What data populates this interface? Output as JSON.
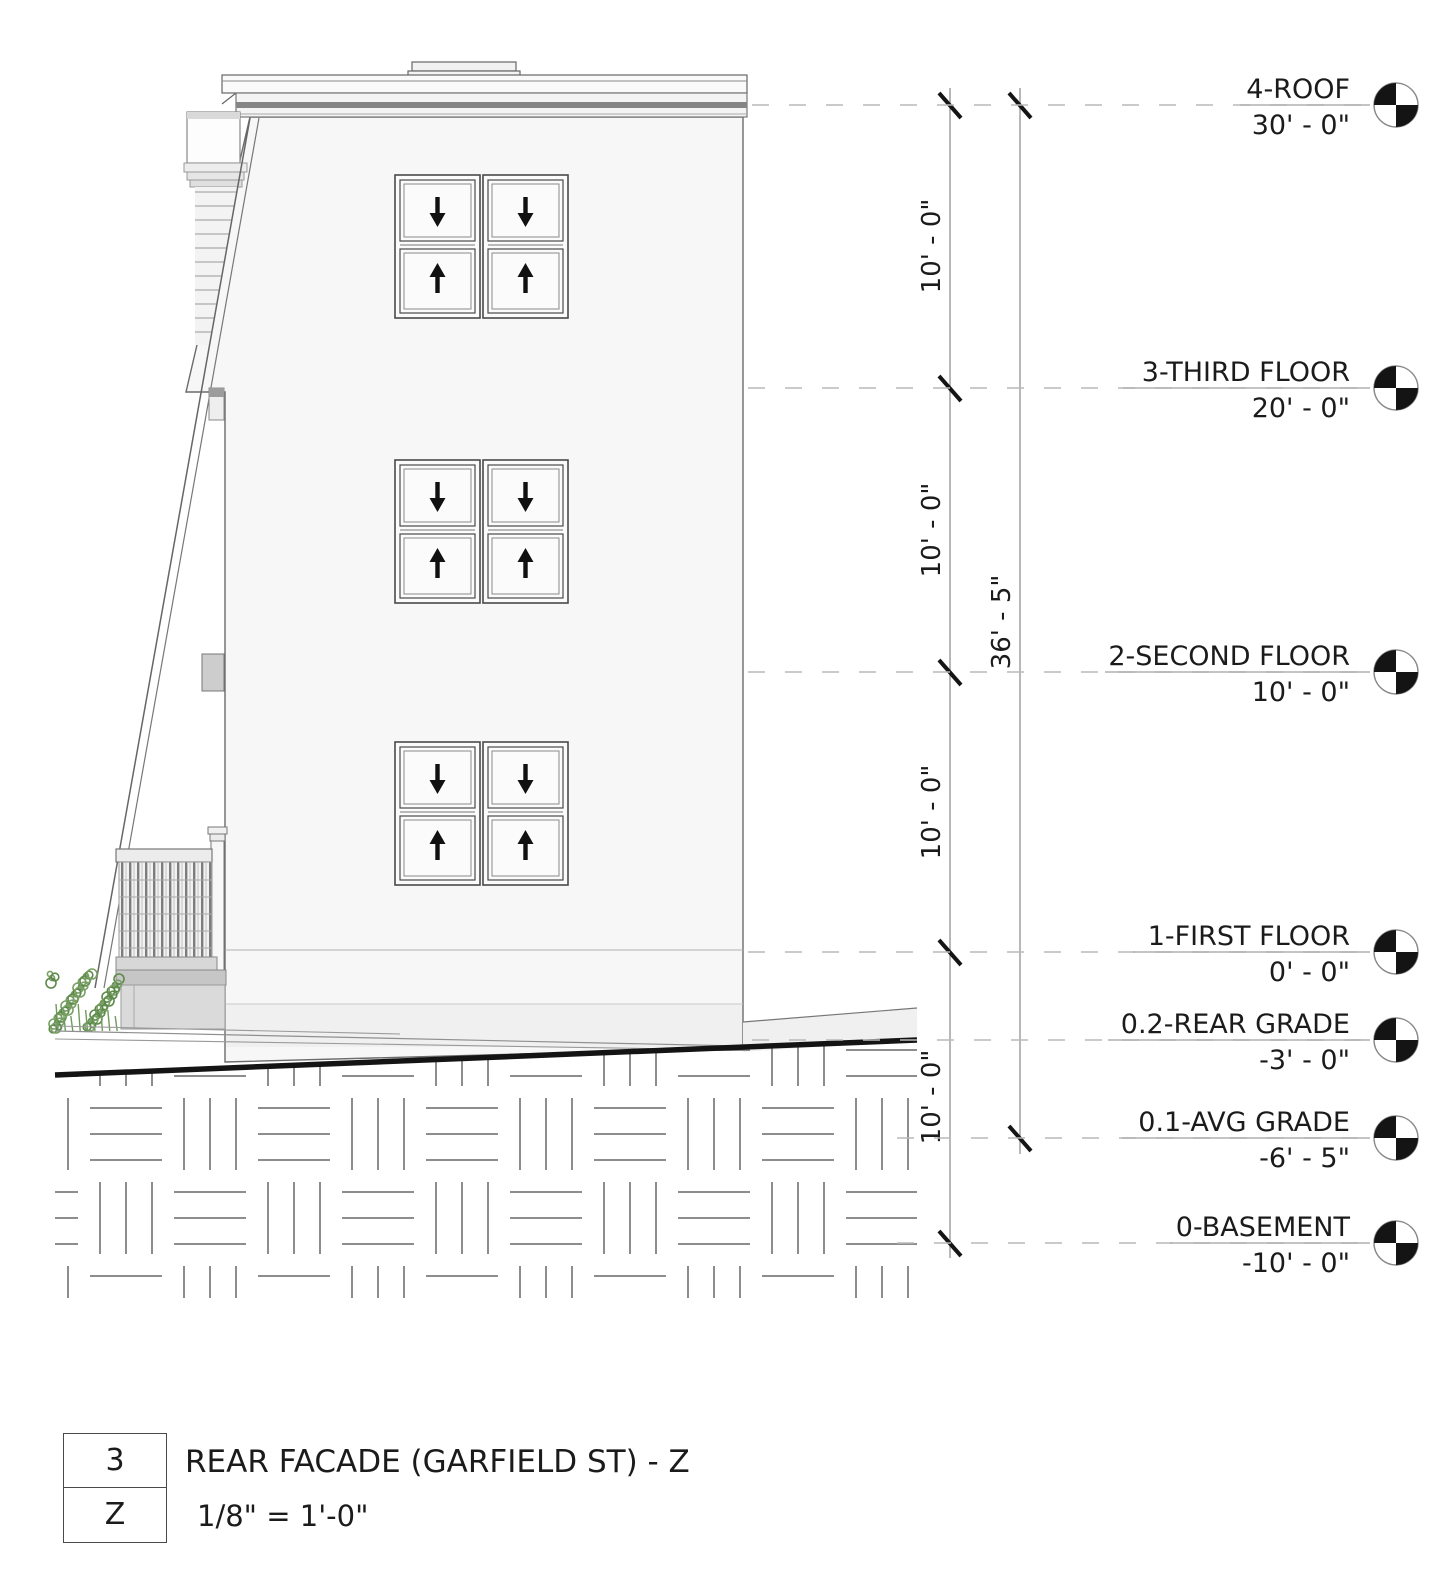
{
  "drawing": {
    "type": "architectural elevation",
    "levels": [
      {
        "name": "4-ROOF",
        "elev": "30' - 0\""
      },
      {
        "name": "3-THIRD FLOOR",
        "elev": "20' - 0\""
      },
      {
        "name": "2-SECOND FLOOR",
        "elev": "10' - 0\""
      },
      {
        "name": "1-FIRST FLOOR",
        "elev": "0' - 0\""
      },
      {
        "name": "0.2-REAR GRADE",
        "elev": "-3' - 0\""
      },
      {
        "name": "0.1-AVG GRADE",
        "elev": "-6' - 5\""
      },
      {
        "name": "0-BASEMENT",
        "elev": "-10' - 0\""
      }
    ],
    "dimensions": {
      "floor_to_floor": [
        "10' - 0\"",
        "10' - 0\"",
        "10' - 0\"",
        "10' - 0\""
      ],
      "overall": "36' - 5\""
    }
  },
  "title_block": {
    "detail_number": "3",
    "sheet_letter": "Z",
    "title": "REAR FACADE (GARFIELD ST) - Z",
    "scale": "1/8\" = 1'-0\""
  },
  "icons": {
    "level_marker": "quadrant-circle",
    "sash_down": "↓",
    "sash_up": "↑"
  },
  "colors": {
    "line_dark": "#1b1b1b",
    "level_line": "#b8b8b8",
    "facade_fill": "#f7f7f7",
    "hatch_line": "#8d8d8d",
    "bush_green": "#5d8a4b"
  }
}
